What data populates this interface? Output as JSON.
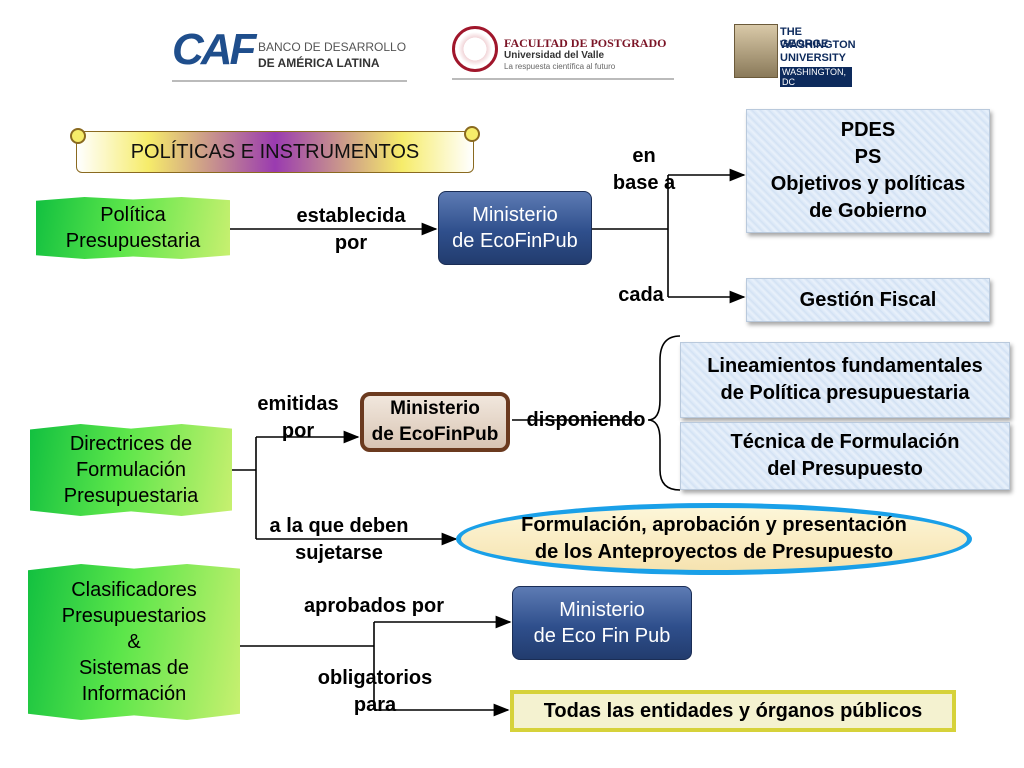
{
  "logos": {
    "caf_mark": "CAF",
    "caf_line1": "BANCO DE DESARROLLO",
    "caf_line2": "DE AMÉRICA LATINA",
    "fac_line1": "FACULTAD DE POSTGRADO",
    "fac_line2": "Universidad del Valle",
    "fac_line3": "La respuesta científica al futuro",
    "gw_line1": "THE GEORGE",
    "gw_line2": "WASHINGTON",
    "gw_line3": "UNIVERSITY",
    "gw_line4": "WASHINGTON, DC"
  },
  "banner": {
    "title": "POLÍTICAS E INSTRUMENTOS"
  },
  "section1": {
    "source": "Política\nPresupuestaria",
    "link": "establecida\npor",
    "ministry": "Ministerio\nde EcoFinPub",
    "branch_top": "en\nbase a",
    "branch_bottom": "cada",
    "target_top": "PDES\nPS\nObjetivos y políticas\nde Gobierno",
    "target_bottom": "Gestión Fiscal"
  },
  "section2": {
    "source": "Directrices de\nFormulación\nPresupuestaria",
    "link_top": "emitidas\npor",
    "ministry": "Ministerio\nde EcoFinPub",
    "link_mid": "disponiendo",
    "target_a": "Lineamientos fundamentales\nde Política presupuestaria",
    "target_b": "Técnica de Formulación\ndel Presupuesto",
    "link_bottom": "a la que deben\nsujetarse",
    "target_oval": "Formulación, aprobación y presentación\nde los Anteproyectos de Presupuesto"
  },
  "section3": {
    "source": "Clasificadores\nPresupuestarios\n&\nSistemas de\nInformación",
    "link_top": "aprobados por",
    "ministry": "Ministerio\nde Eco Fin Pub",
    "link_bottom": "obligatorios\npara",
    "target": "Todas las entidades y órganos públicos"
  },
  "colors": {
    "green": "#33cc44",
    "navy": "#2f4f8c",
    "paper": "#dde9f7",
    "brown": "#6b3a1f",
    "oval_border": "#1aa0e8",
    "yellow_border": "#d6d23a",
    "banner_purple": "#8a2aa0",
    "banner_yellow": "#f6ec6a"
  }
}
